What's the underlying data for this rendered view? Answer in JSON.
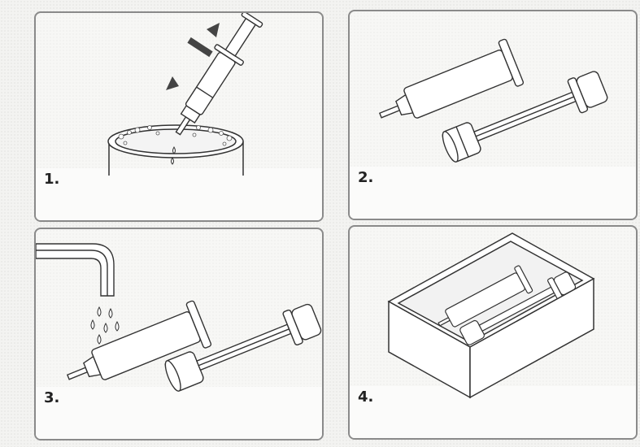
{
  "steps": [
    {
      "number": "1."
    },
    {
      "number": "2."
    },
    {
      "number": "3."
    },
    {
      "number": "4."
    }
  ]
}
